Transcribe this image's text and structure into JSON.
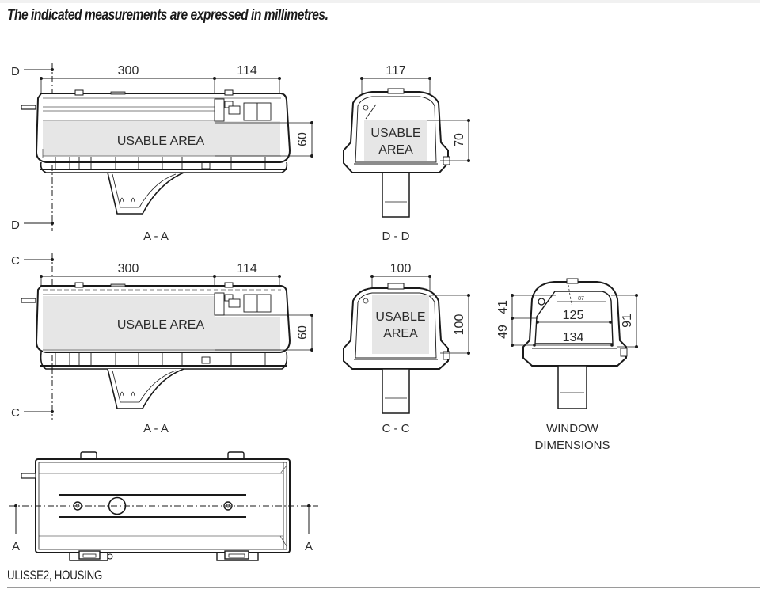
{
  "header": {
    "note": "The indicated measurements are expressed in millimetres."
  },
  "colors": {
    "usable_area_fill": "#e6e6e6",
    "line": "#1a1a1a",
    "text": "#2b2b2b",
    "rule": "#9a9a9a"
  },
  "views": {
    "side_top": {
      "title": "A - A",
      "section_marker": "D",
      "dim_length": "300",
      "dim_compartment": "114",
      "dim_height": "60",
      "area_label": "USABLE AREA"
    },
    "section_dd": {
      "title": "D - D",
      "dim_width": "117",
      "dim_height": "70",
      "area_label_line1": "USABLE",
      "area_label_line2": "AREA"
    },
    "side_bottom": {
      "title": "A - A",
      "section_marker": "C",
      "dim_length": "300",
      "dim_compartment": "114",
      "dim_height": "60",
      "area_label": "USABLE AREA"
    },
    "section_cc": {
      "title": "C - C",
      "dim_width": "100",
      "dim_height": "100",
      "area_label_line1": "USABLE",
      "area_label_line2": "AREA"
    },
    "window": {
      "title_line1": "WINDOW",
      "title_line2": "DIMENSIONS",
      "dim_top_width": "87",
      "dim_mid_width": "125",
      "dim_bottom_width": "134",
      "dim_upper_height": "41",
      "dim_lower_height": "49",
      "dim_total_height": "91"
    },
    "plan": {
      "section_marker": "A"
    }
  },
  "footer": {
    "caption": "ULISSE2, HOUSING"
  }
}
